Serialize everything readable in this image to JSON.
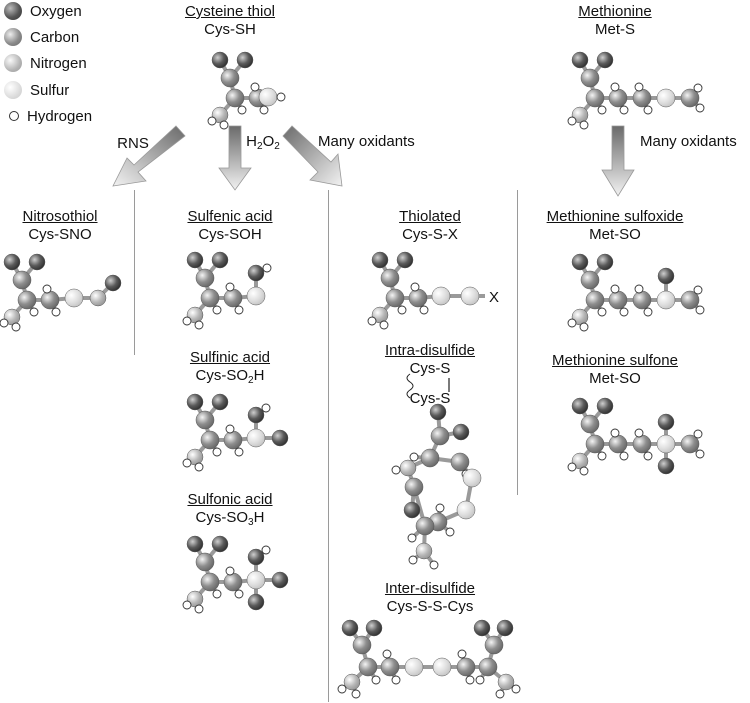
{
  "legend": {
    "oxygen": "Oxygen",
    "carbon": "Carbon",
    "nitrogen": "Nitrogen",
    "sulfur": "Sulfur",
    "hydrogen": "Hydrogen"
  },
  "atom_colors": {
    "oxygen": "#555555",
    "carbon": "#8c8c8c",
    "nitrogen": "#b4b4b4",
    "sulfur": "#dcdcdc",
    "hydrogen": "#ffffff"
  },
  "cysteine": {
    "name": "Cysteine thiol",
    "formula": "Cys-SH"
  },
  "methionine": {
    "name": "Methionine",
    "formula": "Met-S"
  },
  "arrows": {
    "rns": "RNS",
    "h2o2_main": "H",
    "h2o2_sub1": "2",
    "h2o2_mid": "O",
    "h2o2_sub2": "2",
    "oxidants_cys": "Many oxidants",
    "oxidants_met": "Many oxidants"
  },
  "products": {
    "nitrosothiol": {
      "name": "Nitrosothiol",
      "formula": "Cys-SNO"
    },
    "sulfenic": {
      "name": "Sulfenic acid",
      "formula": "Cys-SOH"
    },
    "sulfinic": {
      "name": "Sulfinic acid",
      "formula_pre": "Cys-SO",
      "formula_sub": "2",
      "formula_post": "H"
    },
    "sulfonic": {
      "name": "Sulfonic acid",
      "formula_pre": "Cys-SO",
      "formula_sub": "3",
      "formula_post": "H"
    },
    "thiolated": {
      "name": "Thiolated",
      "formula": "Cys-S-X",
      "x_label": "X"
    },
    "intra": {
      "name": "Intra-disulfide",
      "line1": "Cys-S",
      "line2": "Cys-S"
    },
    "inter": {
      "name": "Inter-disulfide",
      "formula": "Cys-S-S-Cys"
    },
    "met_sulfoxide": {
      "name": "Methionine sulfoxide",
      "formula": "Met-SO"
    },
    "met_sulfone": {
      "name": "Methionine sulfone",
      "formula": "Met-SO"
    }
  }
}
